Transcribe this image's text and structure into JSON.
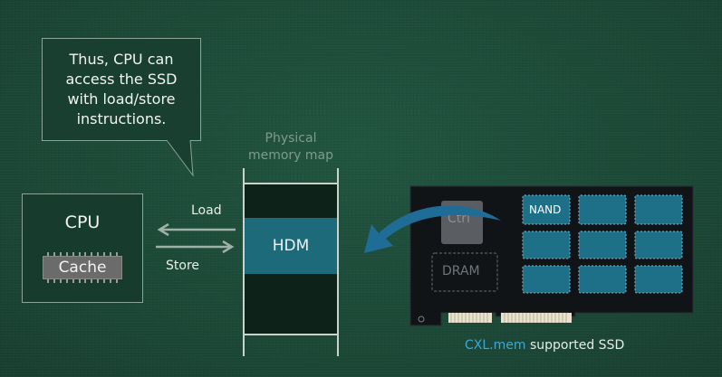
{
  "bubble": {
    "text": "Thus, CPU can\naccess the SSD\nwith load/store\ninstructions."
  },
  "cpu": {
    "label": "CPU",
    "cache_label": "Cache"
  },
  "arrows": {
    "load_label": "Load",
    "store_label": "Store"
  },
  "memory_map": {
    "title": "Physical\nmemory map",
    "hdm_label": "HDM"
  },
  "ssd": {
    "ctrl_label": "Ctrl",
    "dram_label": "DRAM",
    "nand_label": "NAND",
    "caption_highlight": "CXL.mem",
    "caption_rest": " supported SSD"
  },
  "colors": {
    "background": "#1c4a37",
    "hdm": "#1d6b7a",
    "nand": "#1e6f88",
    "cxl_text": "#3aa9d8",
    "arrow_blue": "#1f6d96"
  }
}
